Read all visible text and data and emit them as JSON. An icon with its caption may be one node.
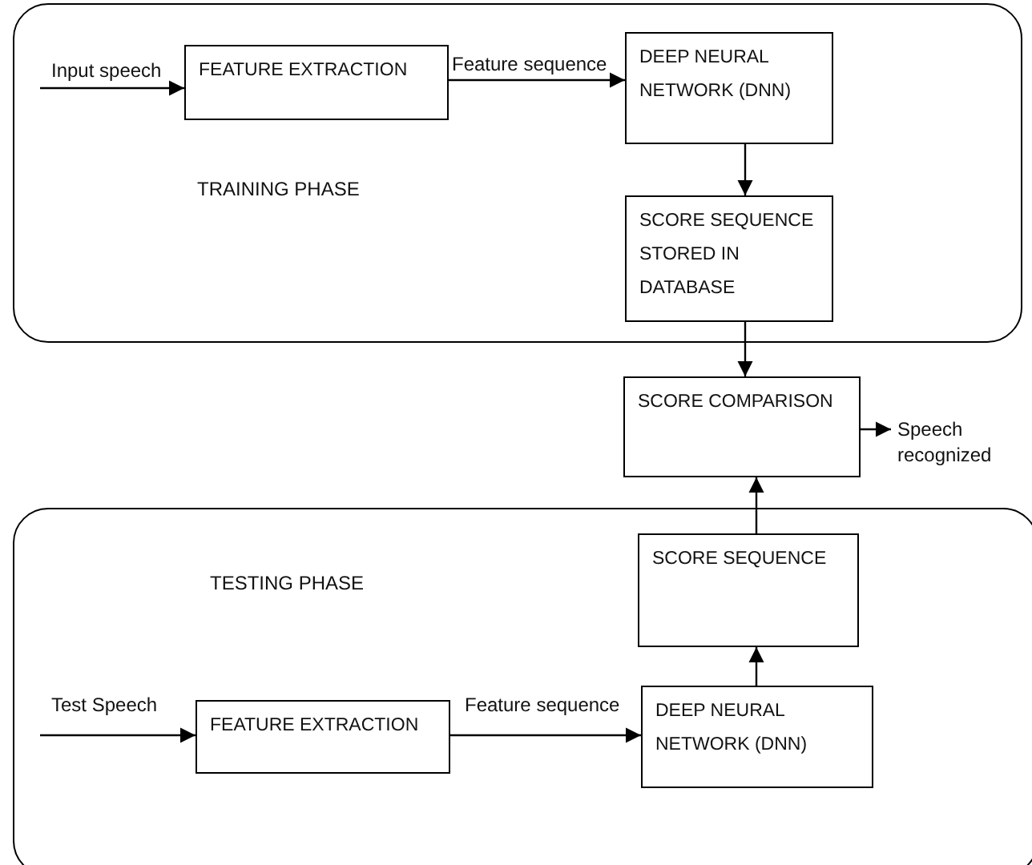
{
  "diagram": {
    "nodes": [
      {
        "text": [
          "TRAINING PHASE"
        ]
      },
      {
        "text": [
          "FEATURE EXTRACTION"
        ],
        "in": 0
      },
      {
        "text": [
          "DEEP NEURAL NETWORK (DNN)"
        ],
        "in": 0
      },
      {
        "text": [
          "SCORE SEQUENCE STORED IN DATABASE"
        ],
        "in": 0
      },
      {
        "text": [
          "SCORE COMPARISON"
        ]
      },
      {
        "text": [
          "TESTING PHASE"
        ]
      },
      {
        "text": [
          "SCORE SEQUENCE"
        ],
        "in": 5
      },
      {
        "text": [
          "FEATURE EXTRACTION"
        ],
        "in": 5
      },
      {
        "text": [
          "DEEP NEURAL NETWORK (DNN)"
        ],
        "in": 5
      }
    ],
    "edges": [
      {
        "from": null,
        "to": 1,
        "arrow": "to",
        "label": "Input speech"
      },
      {
        "from": 1,
        "to": 2,
        "arrow": "to",
        "label": "Feature sequence"
      },
      {
        "from": 2,
        "to": 3,
        "arrow": "to"
      },
      {
        "from": 3,
        "to": 4,
        "arrow": "to"
      },
      {
        "from": 4,
        "to": null,
        "arrow": "to",
        "label": "Speech recognized"
      },
      {
        "from": null,
        "to": 7,
        "arrow": "to",
        "label": "Test Speech"
      },
      {
        "from": 7,
        "to": 8,
        "arrow": "to",
        "label": "Feature sequence"
      },
      {
        "from": 8,
        "to": 6,
        "arrow": "to"
      },
      {
        "from": 6,
        "to": 4,
        "arrow": "to"
      }
    ]
  }
}
